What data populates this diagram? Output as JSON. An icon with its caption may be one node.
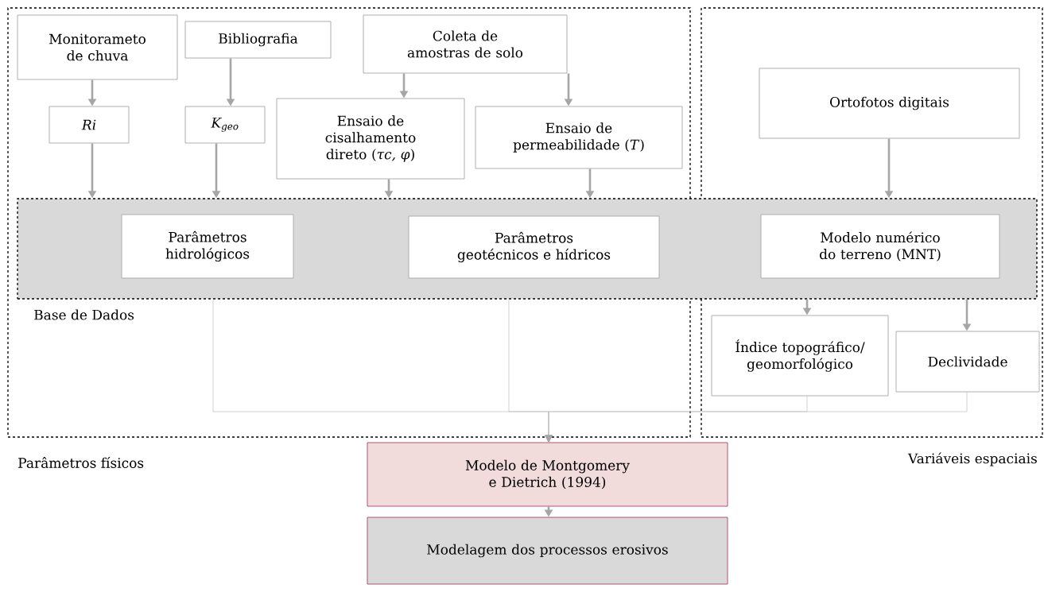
{
  "diagram": {
    "nodes": [
      {
        "text": [
          "Parâmetros físicos"
        ]
      },
      {
        "text": [
          "Variáveis espaciais"
        ]
      },
      {
        "text": [],
        "shape": "box"
      },
      {
        "text": [
          "Monitorameto de chuva"
        ],
        "in": 0
      },
      {
        "text": [
          "Bibliografia"
        ],
        "in": 0
      },
      {
        "text": [
          "Coleta de amostras de solo"
        ],
        "in": 0
      },
      {
        "text": [
          "Ri"
        ],
        "in": 0
      },
      {
        "text": [
          "K$_{geo}$"
        ],
        "in": 0
      },
      {
        "text": [
          "Ensaio de cisalhamento direto (*τc, φ*)"
        ],
        "in": 0
      },
      {
        "text": [
          "Ensaio de permeabilidade (*T*)"
        ],
        "in": 0
      },
      {
        "text": [
          "Ortofotos digitais"
        ],
        "in": 1
      },
      {
        "text": [
          "Parâmetros hidrológicos"
        ]
      },
      {
        "text": [
          "Parâmetros geotécnicos e hídricos"
        ]
      },
      {
        "text": [
          "Modelo numérico do terreno (MNT)"
        ]
      },
      {
        "text": [
          "Índice topográfico/ geomorfológico"
        ],
        "in": 1
      },
      {
        "text": [
          "Declividade"
        ],
        "in": 1
      },
      {
        "text": [
          "Modelo de Montgomery e Dietrich (1994)"
        ]
      },
      {
        "text": [
          "Modelagem dos processos erosivos"
        ]
      }
    ],
    "edges": [
      {
        "from": 3,
        "to": 6,
        "arrow": "to"
      },
      {
        "from": 4,
        "to": 7,
        "arrow": "to"
      },
      {
        "from": 5,
        "to": 8,
        "arrow": "to"
      },
      {
        "from": 5,
        "to": 9,
        "arrow": "to"
      },
      {
        "from": 6,
        "to": 2,
        "arrow": "to"
      },
      {
        "from": 7,
        "to": 2,
        "arrow": "to"
      },
      {
        "from": 8,
        "to": 2,
        "arrow": "to"
      },
      {
        "from": 9,
        "to": 2,
        "arrow": "to"
      },
      {
        "from": 10,
        "to": 2,
        "arrow": "to"
      },
      {
        "from": 2,
        "to": 14,
        "arrow": "to"
      },
      {
        "from": 2,
        "to": 15,
        "arrow": "to"
      },
      {
        "from": 2,
        "to": 16,
        "arrow": "to",
        "color": "#bfbfbf"
      },
      {
        "from": 2,
        "to": 16,
        "arrow": "to",
        "color": "#bfbfbf"
      },
      {
        "from": 14,
        "to": 16,
        "arrow": "to",
        "color": "#bfbfbf"
      },
      {
        "from": 15,
        "to": 16,
        "arrow": "to",
        "color": "#bfbfbf"
      },
      {
        "from": 16,
        "to": 17,
        "arrow": "to"
      }
    ],
    "labels": [
      "Base de Dados"
    ]
  }
}
